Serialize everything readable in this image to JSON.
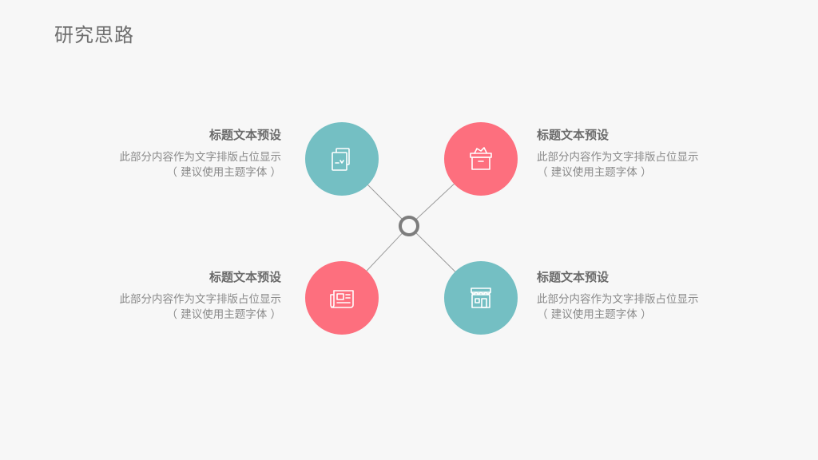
{
  "page": {
    "title": "研究思路"
  },
  "items": [
    {
      "title": "标题文本预设",
      "desc": "此部分内容作为文字排版占位显示",
      "note": "（ 建议使用主题字体 ）",
      "icon": "document-icon",
      "color": "#74bfc3"
    },
    {
      "title": "标题文本预设",
      "desc": "此部分内容作为文字排版占位显示",
      "note": "（ 建议使用主题字体 ）",
      "icon": "box-icon",
      "color": "#fd6f7e"
    },
    {
      "title": "标题文本预设",
      "desc": "此部分内容作为文字排版占位显示",
      "note": "（ 建议使用主题字体 ）",
      "icon": "newspaper-icon",
      "color": "#fd6f7e"
    },
    {
      "title": "标题文本预设",
      "desc": "此部分内容作为文字排版占位显示",
      "note": "（ 建议使用主题字体 ）",
      "icon": "shop-icon",
      "color": "#74bfc3"
    }
  ]
}
